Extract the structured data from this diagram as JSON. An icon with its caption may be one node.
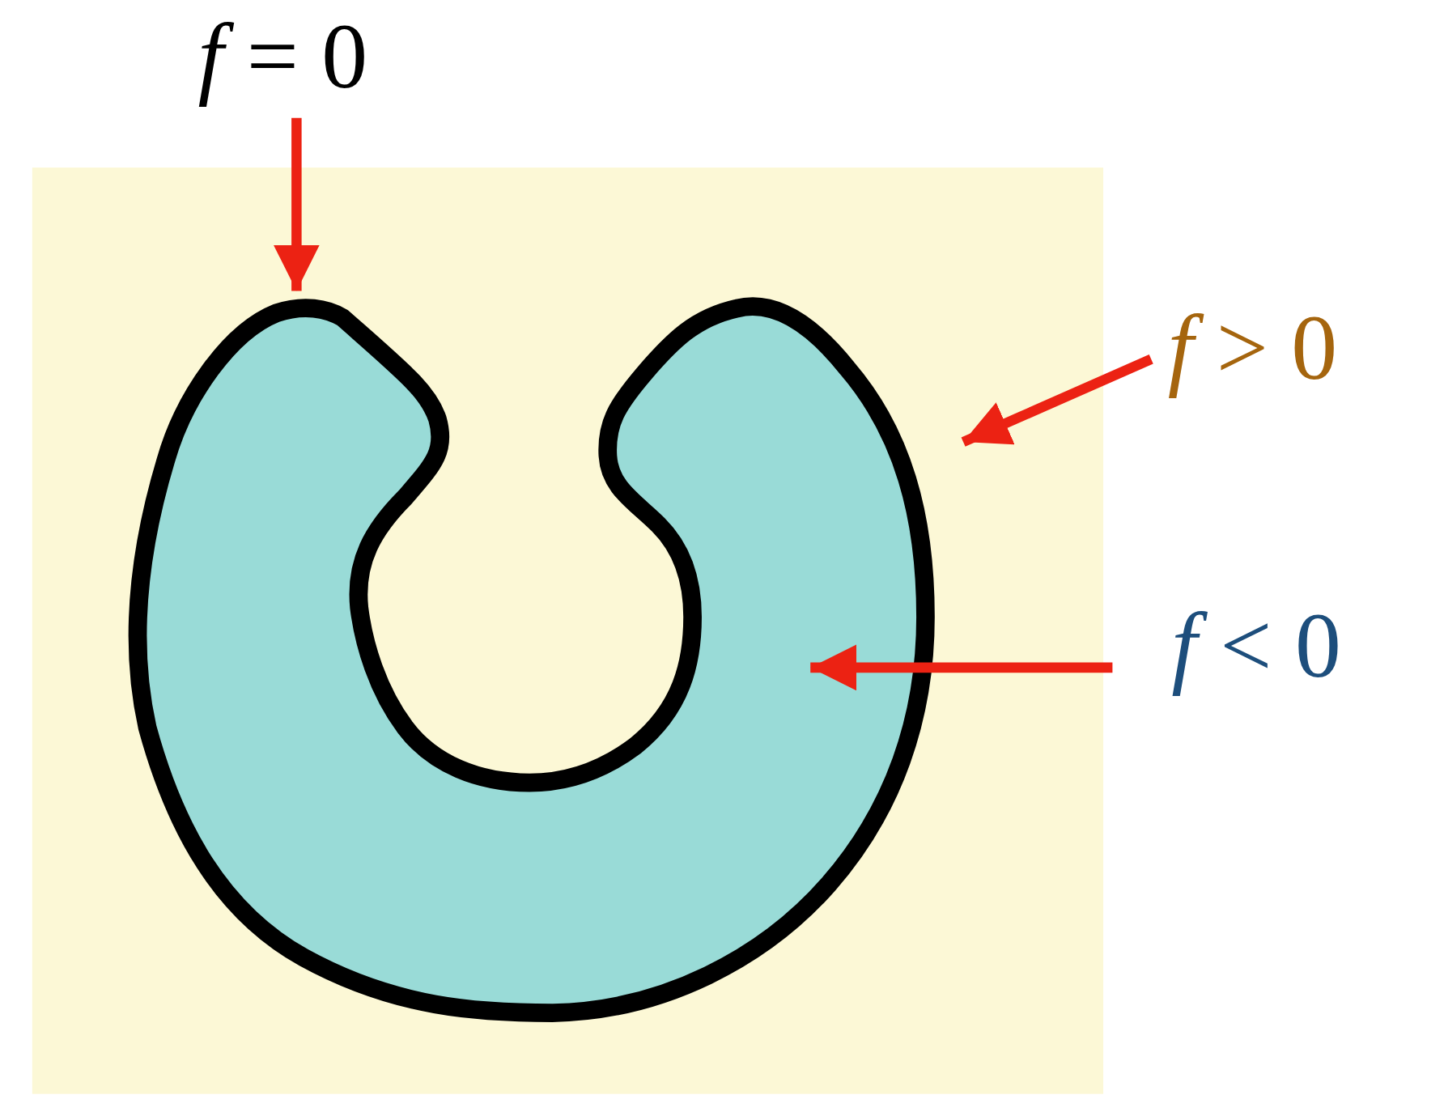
{
  "diagram": {
    "nodes": [
      {
        "text": [
          "*f* = 0"
        ]
      },
      {
        "text": [
          "*f* > 0"
        ]
      },
      {
        "text": [
          "*f* < 0"
        ]
      },
      {
        "text": [],
        "shape": "box"
      },
      {
        "text": [],
        "shape": "picture",
        "in": 3
      }
    ],
    "edges": [
      {
        "from": 0,
        "to": 4,
        "arrow": "to"
      },
      {
        "from": 1,
        "to": 3,
        "arrow": "to"
      },
      {
        "from": 2,
        "to": 4,
        "arrow": "to"
      }
    ]
  }
}
